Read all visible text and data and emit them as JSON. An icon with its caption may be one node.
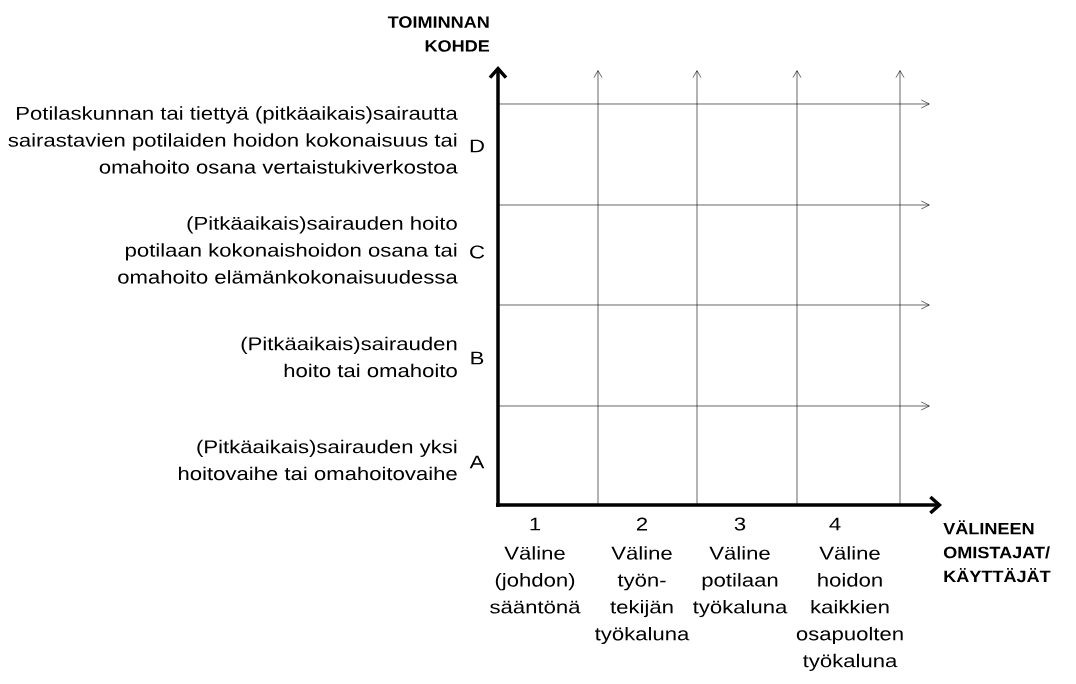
{
  "diagram": {
    "labels": [
      "TOIMINNAN KOHDE",
      "Potilaskunnan tai tiettyä (pitkäaikais)sairautta sairastavien potilaiden hoidon kokonaisuus tai omahoito osana vertaistukiverkostoa",
      "D",
      "(Pitkäaikais)sairauden hoito potilaan kokonaishoidon osana tai omahoito elämänkokonaisuudessa",
      "C",
      "(Pitkäaikais)sairauden hoito tai omahoito",
      "B",
      "(Pitkäaikais)sairauden yksi hoitovaihe tai omahoitovaihe",
      "A",
      "1",
      "2",
      "3",
      "4",
      "Väline (johdon) sääntönä",
      "Väline työn- tekijän työkaluna",
      "Väline potilaan työkaluna",
      "Väline hoidon kaikkien osapuolten työkaluna",
      "VÄLINEEN OMISTAJAT/ KÄYTTÄJÄT"
    ]
  }
}
